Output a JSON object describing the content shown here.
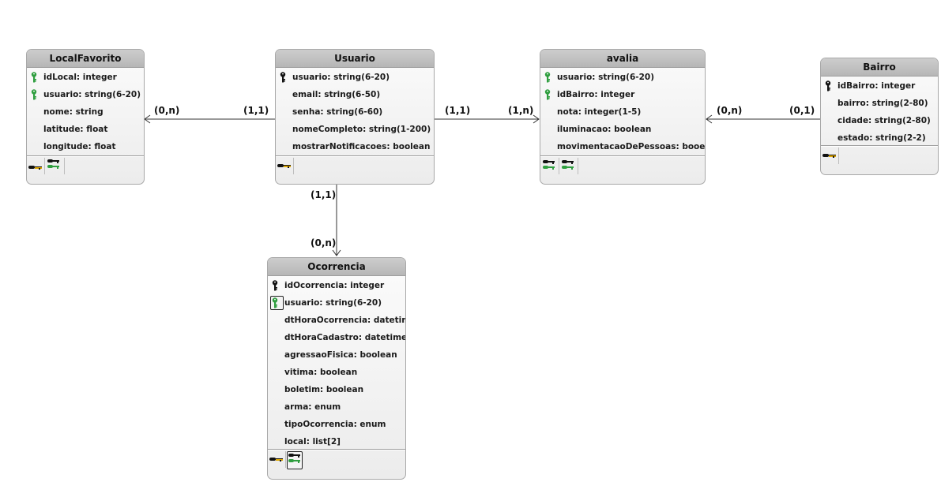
{
  "colors": {
    "key_pk": "#111111",
    "key_fk": "#2f9e3f",
    "key_gold": "#e0a800",
    "header": "#bdbdbd",
    "connector": "#333333"
  },
  "entities": {
    "localFavorito": {
      "name": "LocalFavorito",
      "attributes": [
        {
          "text": "idLocal: integer",
          "icon": "fk-key-icon"
        },
        {
          "text": "usuario: string(6-20)",
          "icon": "fk-key-icon"
        },
        {
          "text": "nome: string",
          "icon": ""
        },
        {
          "text": "latitude: float",
          "icon": ""
        },
        {
          "text": "longitude: float",
          "icon": ""
        }
      ]
    },
    "usuario": {
      "name": "Usuario",
      "attributes": [
        {
          "text": "usuario: string(6-20)",
          "icon": "pk-key-icon"
        },
        {
          "text": "email: string(6-50)",
          "icon": ""
        },
        {
          "text": "senha: string(6-60)",
          "icon": ""
        },
        {
          "text": "nomeCompleto: string(1-200)",
          "icon": ""
        },
        {
          "text": "mostrarNotificacoes: boolean",
          "icon": ""
        }
      ]
    },
    "avalia": {
      "name": "avalia",
      "attributes": [
        {
          "text": "usuario: string(6-20)",
          "icon": "fk-key-icon"
        },
        {
          "text": "idBairro: integer",
          "icon": "fk-key-icon"
        },
        {
          "text": "nota: integer(1-5)",
          "icon": ""
        },
        {
          "text": "iluminacao: boolean",
          "icon": ""
        },
        {
          "text": "movimentacaoDePessoas: booelan",
          "icon": ""
        }
      ]
    },
    "bairro": {
      "name": "Bairro",
      "attributes": [
        {
          "text": "idBairro: integer",
          "icon": "pk-key-icon"
        },
        {
          "text": "bairro: string(2-80)",
          "icon": ""
        },
        {
          "text": "cidade: string(2-80)",
          "icon": ""
        },
        {
          "text": "estado: string(2-2)",
          "icon": ""
        }
      ]
    },
    "ocorrencia": {
      "name": "Ocorrencia",
      "attributes": [
        {
          "text": "idOcorrencia: integer",
          "icon": "pk-key-icon"
        },
        {
          "text": "usuario: string(6-20)",
          "icon": "fk-key-icon"
        },
        {
          "text": "dtHoraOcorrencia: datetime",
          "icon": ""
        },
        {
          "text": "dtHoraCadastro: datetime",
          "icon": ""
        },
        {
          "text": "agressaoFisica: boolean",
          "icon": ""
        },
        {
          "text": "vitima: boolean",
          "icon": ""
        },
        {
          "text": "boletim: boolean",
          "icon": ""
        },
        {
          "text": "arma: enum",
          "icon": ""
        },
        {
          "text": "tipoOcorrencia: enum",
          "icon": ""
        },
        {
          "text": "local: list[2]",
          "icon": ""
        }
      ]
    }
  },
  "relationships": [
    {
      "name": "usuario-localfavorito",
      "from_card": "(1,1)",
      "to_card": "(0,n)"
    },
    {
      "name": "usuario-avalia",
      "from_card": "(1,1)",
      "to_card": "(1,n)"
    },
    {
      "name": "bairro-avalia",
      "from_card": "(0,1)",
      "to_card": "(0,n)"
    },
    {
      "name": "usuario-ocorrencia",
      "from_card": "(1,1)",
      "to_card": "(0,n)"
    }
  ]
}
